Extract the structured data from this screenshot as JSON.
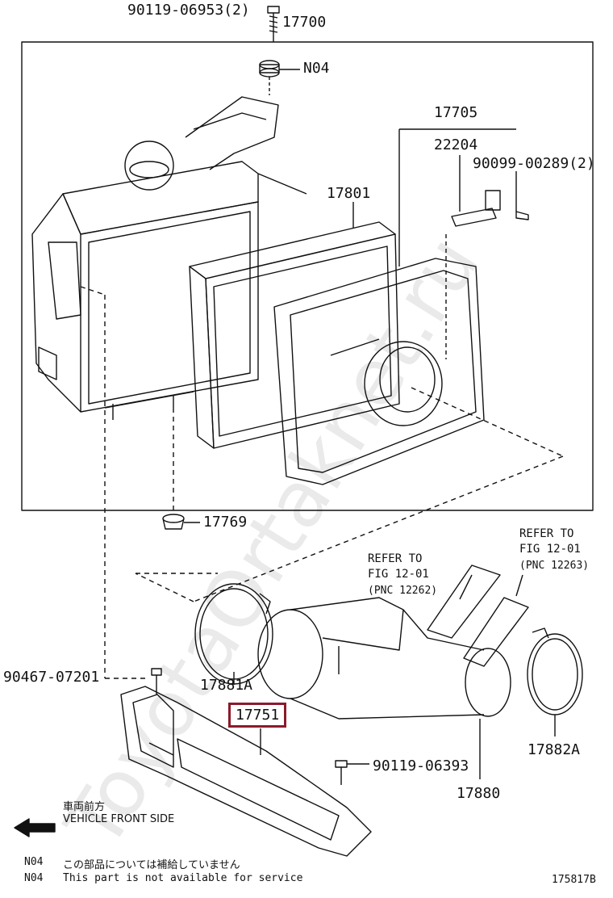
{
  "watermark": "ToyotaOrtaknet.ru",
  "parts": {
    "p_90119_06953": "90119-06953(2)",
    "p_17700": "17700",
    "p_N04": "N04",
    "p_17705": "17705",
    "p_22204": "22204",
    "p_90099_00289": "90099-00289(2)",
    "p_17801": "17801",
    "p_17769": "17769",
    "p_17881A": "17881A",
    "p_90467_07201": "90467-07201",
    "p_17751": "17751",
    "p_90119_06393": "90119-06393",
    "p_17880": "17880",
    "p_17882A": "17882A"
  },
  "refs": {
    "left_line1": "REFER TO",
    "left_line2": "FIG 12-01",
    "left_line3": "(PNC 12262)",
    "right_line1": "REFER TO",
    "right_line2": "FIG 12-01",
    "right_line3": "(PNC 12263)"
  },
  "direction": {
    "jp": "車両前方",
    "en": "VEHICLE FRONT SIDE"
  },
  "notes": {
    "n1_code": "N04",
    "n1_text": "この部品については補給していません",
    "n2_code": "N04",
    "n2_text": "This part is not available for service"
  },
  "figure_id": "175817B",
  "colors": {
    "highlight": "#8b1a2b",
    "line": "#111111"
  }
}
